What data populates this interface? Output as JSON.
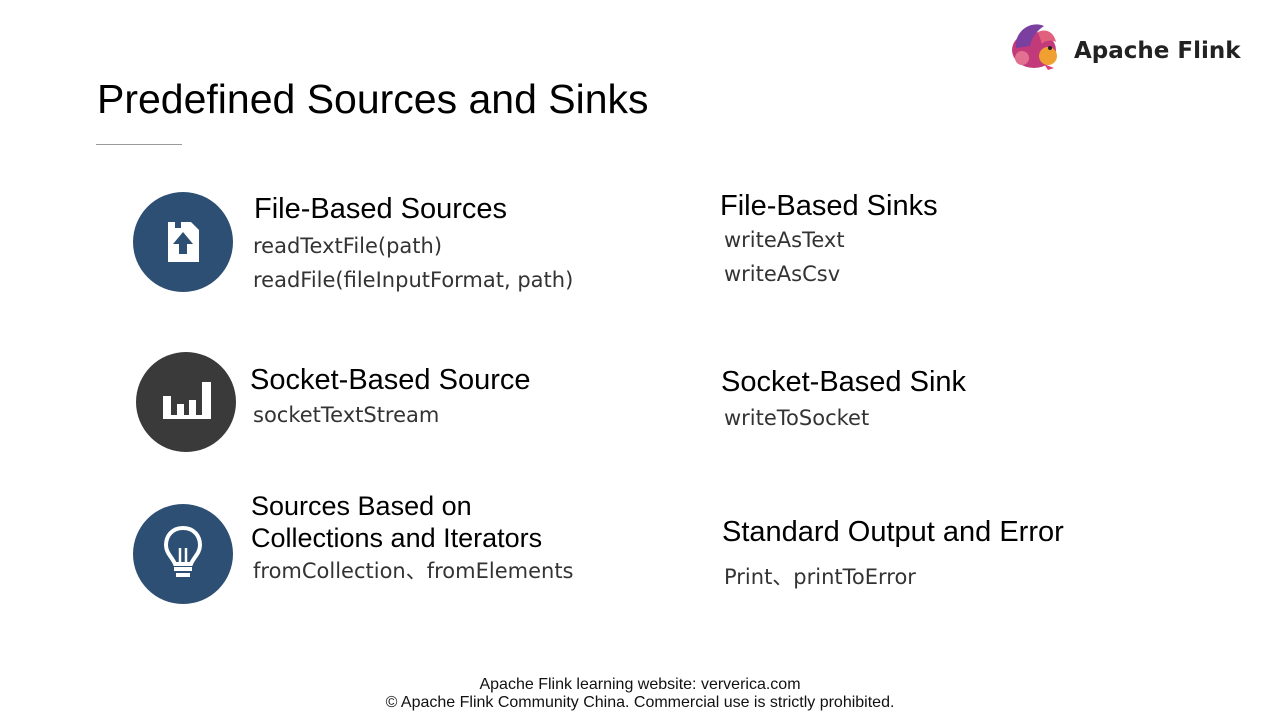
{
  "logo": {
    "text": "Apache Flink",
    "icon": "squirrel-logo-icon"
  },
  "title": "Predefined Sources and Sinks",
  "colors": {
    "blue_circle": "#2c4f73",
    "dark_circle": "#3a3a3a",
    "icon_fill": "#ffffff"
  },
  "sources": [
    {
      "icon": "file-upload-icon",
      "heading": "File-Based Sources",
      "lines": [
        "readTextFile(path)",
        "readFile(fileInputFormat, path)"
      ]
    },
    {
      "icon": "bar-chart-icon",
      "heading": "Socket-Based Source",
      "lines": [
        "socketTextStream"
      ]
    },
    {
      "icon": "lightbulb-icon",
      "heading_lines": [
        "Sources Based on",
        "Collections and Iterators"
      ],
      "lines": [
        "fromCollection、fromElements"
      ]
    }
  ],
  "sinks": [
    {
      "heading": "File-Based Sinks",
      "lines": [
        "writeAsText",
        "writeAsCsv"
      ]
    },
    {
      "heading": "Socket-Based Sink",
      "lines": [
        "writeToSocket"
      ]
    },
    {
      "heading": "Standard Output and Error",
      "lines": [
        "Print、printToError"
      ]
    }
  ],
  "footer": {
    "line1": "Apache Flink learning website: ververica.com",
    "line2": "© Apache Flink Community China. Commercial use is strictly prohibited."
  }
}
